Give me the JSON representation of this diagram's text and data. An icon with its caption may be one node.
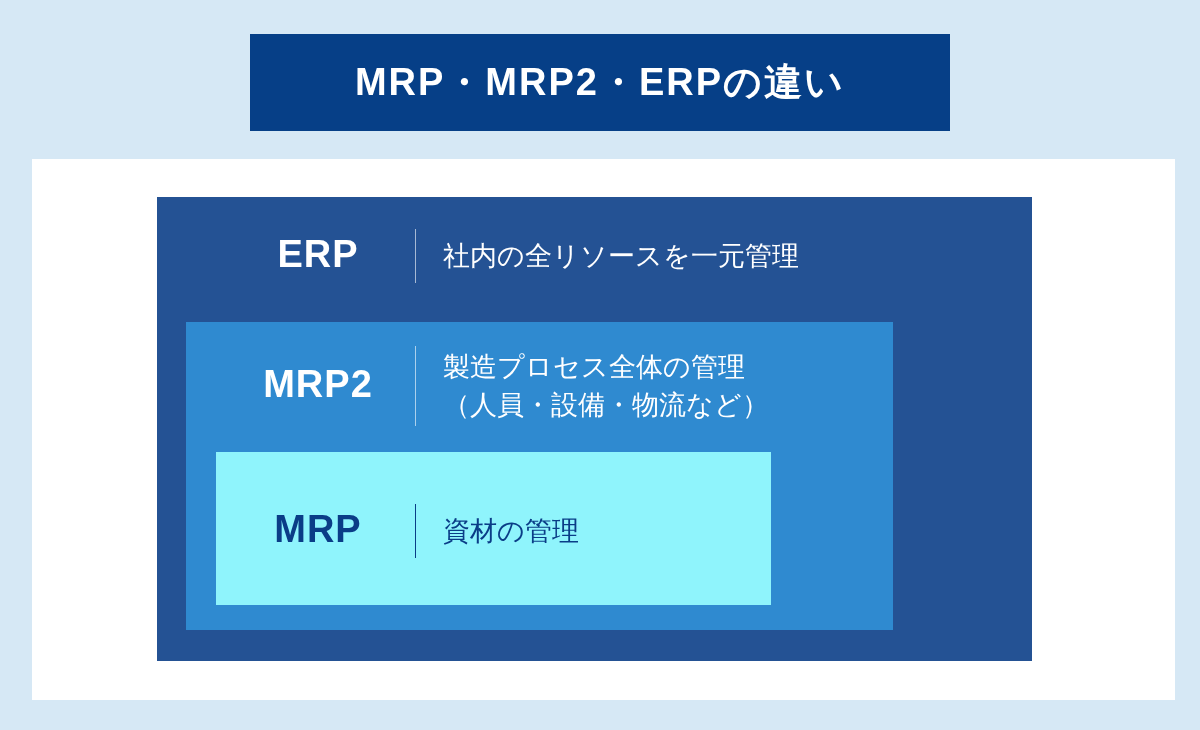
{
  "diagram": {
    "title": "MRP・MRP2・ERPの違い",
    "nodes": [
      {
        "text": [
          "ERP",
          "社内の全リソースを一元管理"
        ]
      },
      {
        "text": [
          "MRP2",
          "製造プロセス全体の管理（人員・設備・物流など）"
        ],
        "in": 0
      },
      {
        "text": [
          "MRP",
          "資材の管理"
        ],
        "in": 1
      }
    ]
  }
}
